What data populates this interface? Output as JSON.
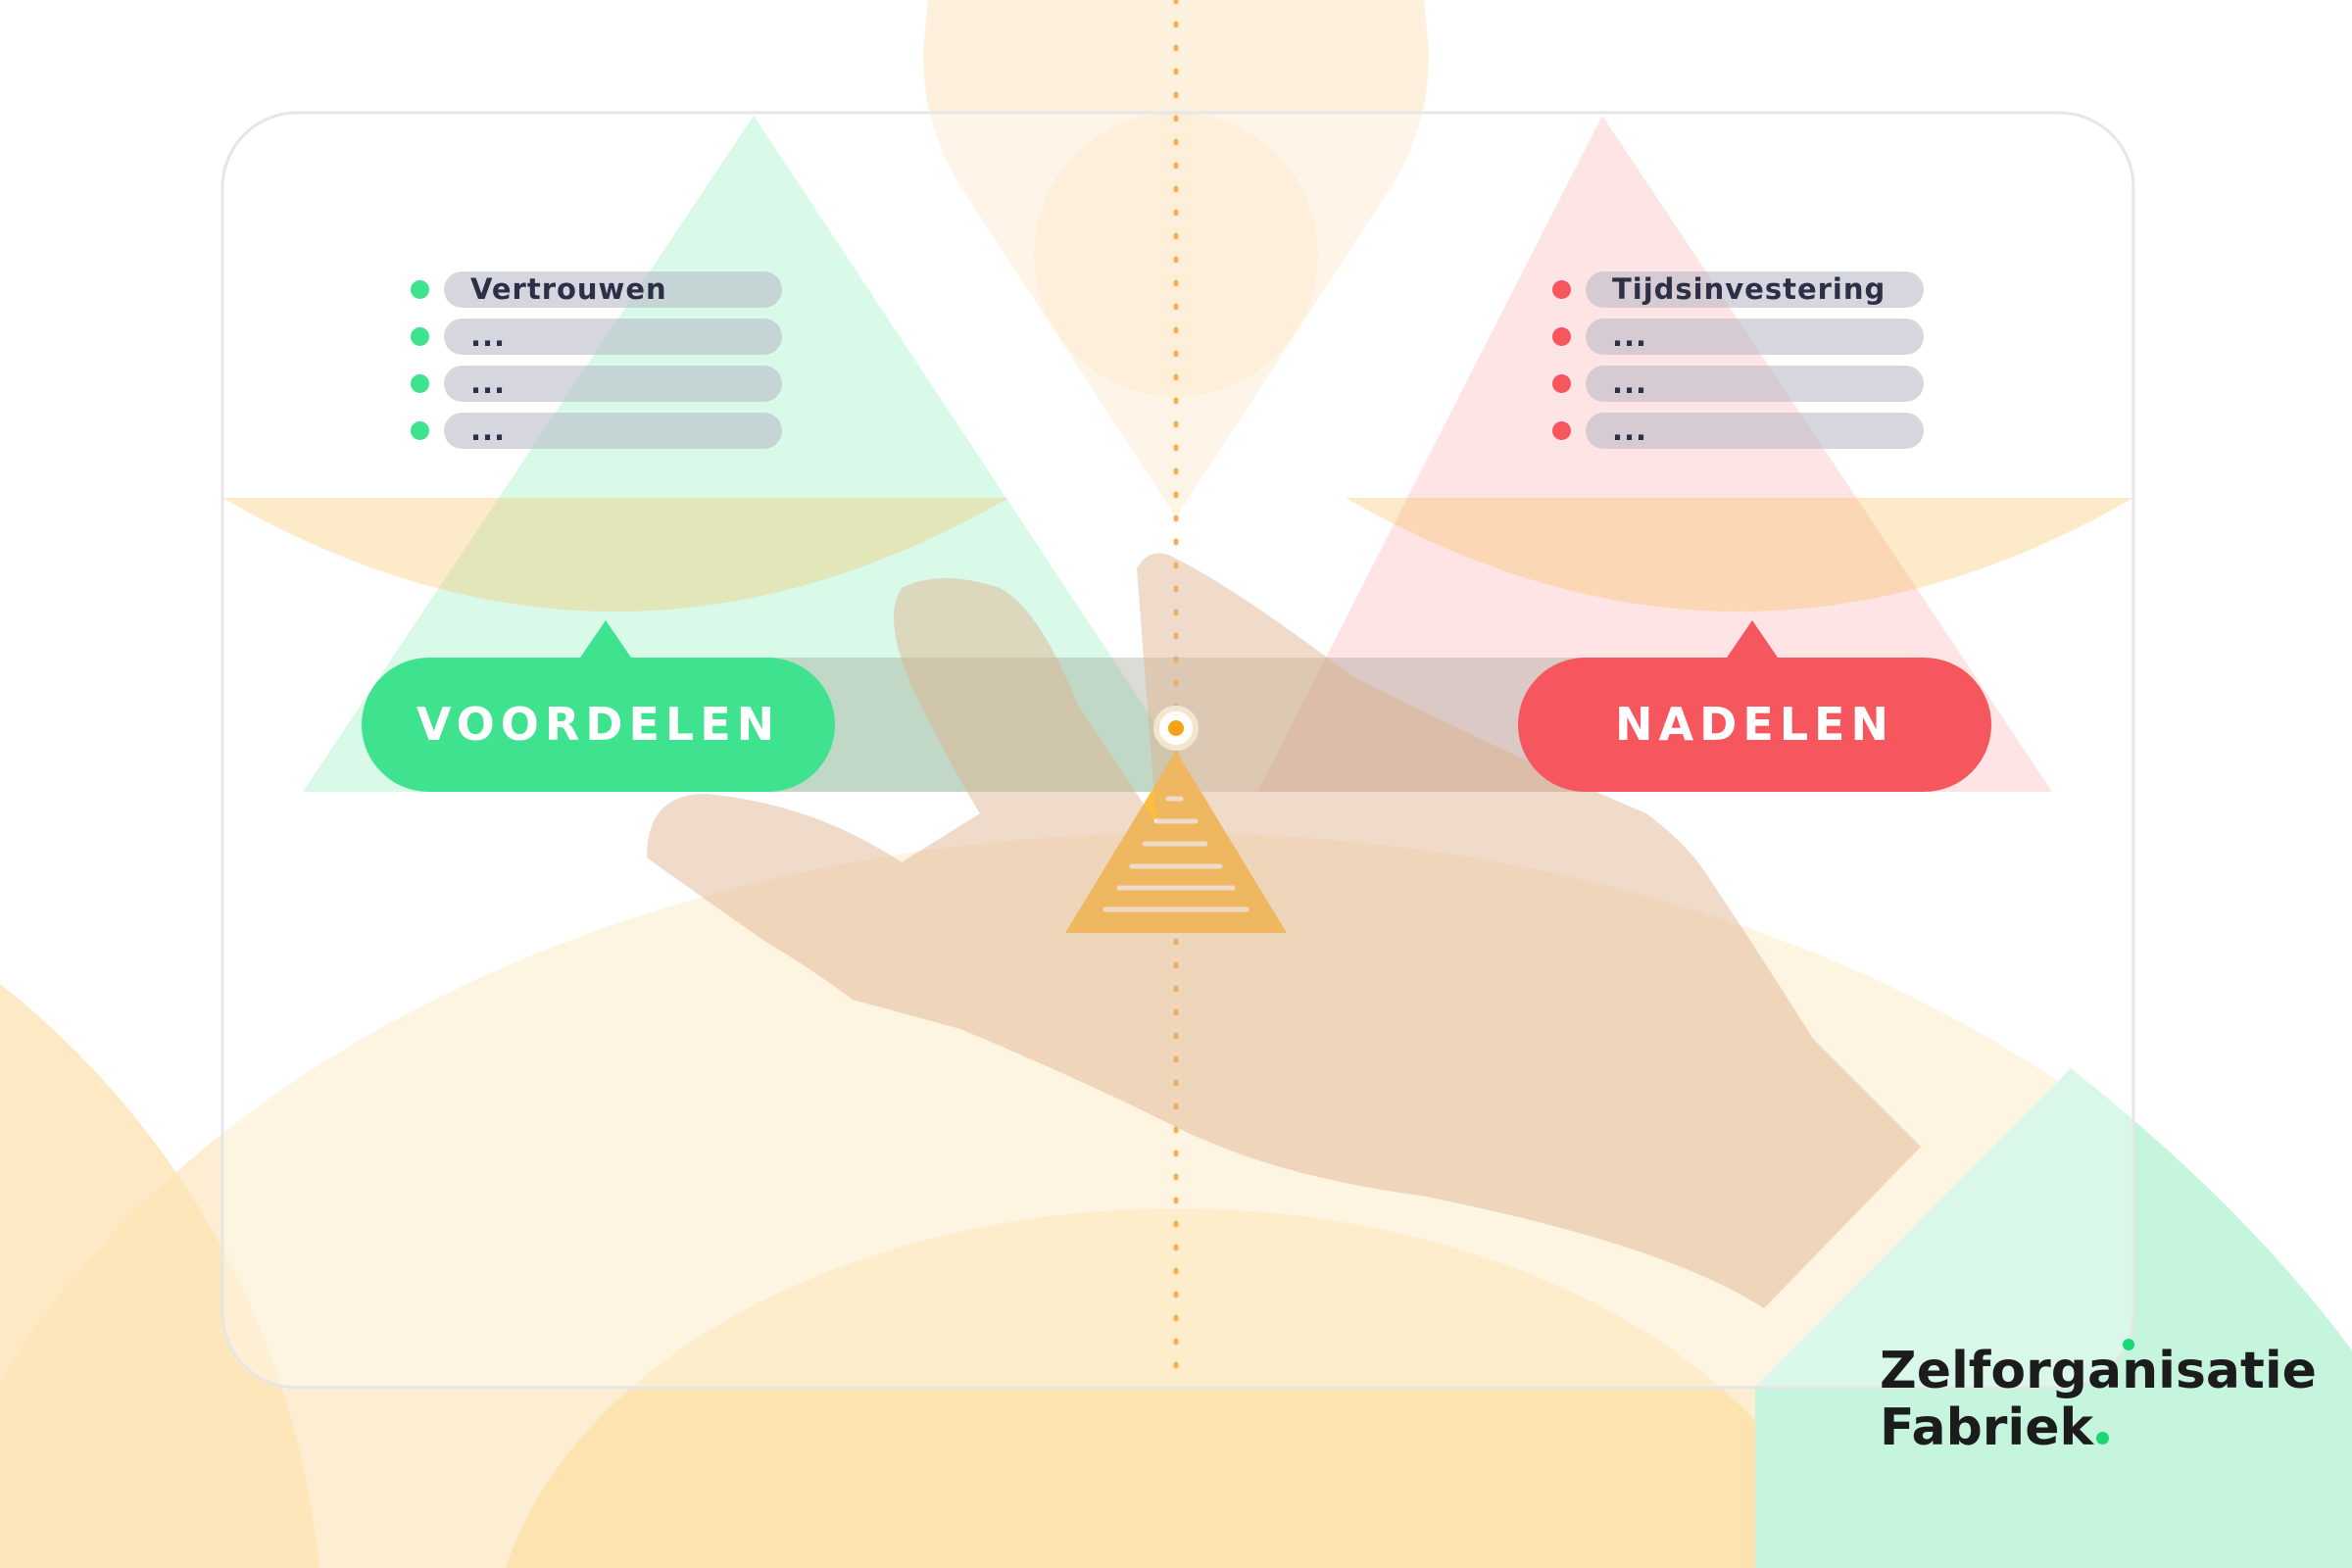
{
  "voordelen": {
    "label": "VOORDELEN",
    "items": [
      "Vertrouwen",
      "...",
      "...",
      "..."
    ]
  },
  "nadelen": {
    "label": "NADELEN",
    "items": [
      "Tijdsinvestering",
      "...",
      "...",
      "..."
    ]
  },
  "logo": {
    "line1": "Zelforganisatie",
    "line2": "Fabriek"
  },
  "colors": {
    "green": "#3fe28f",
    "red": "#f6565e",
    "orange": "#f7b84a",
    "text": "#2c2f45"
  }
}
